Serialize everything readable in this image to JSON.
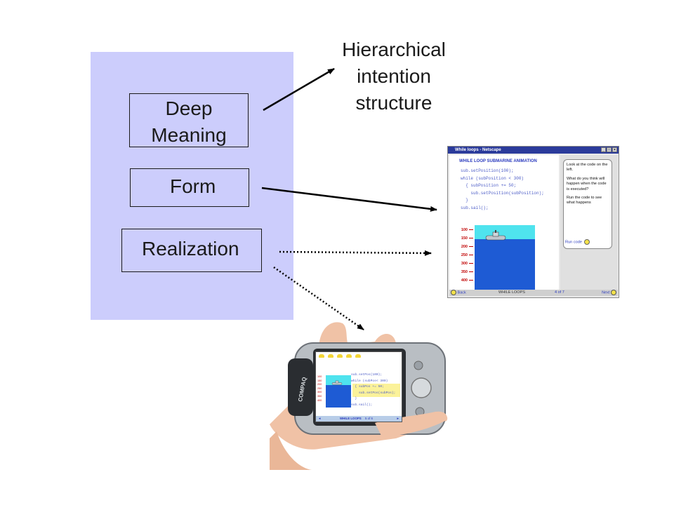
{
  "boxes": {
    "deep_line1": "Deep",
    "deep_line2": "Meaning",
    "form": "Form",
    "realization": "Realization"
  },
  "hierarchy": {
    "line1": "Hierarchical",
    "line2": "intention",
    "line3": "structure"
  },
  "netscape": {
    "title": "While loops - Netscape",
    "heading": "WHILE LOOP SUBMARINE ANIMATION",
    "code": [
      "sub.setPosition(100);",
      "while (subPosition < 300)",
      "  { subPosition += 50;",
      "    sub.setPosition(subPosition);",
      "  }",
      "sub.sail();"
    ],
    "ticks": [
      "100",
      "150",
      "200",
      "250",
      "300",
      "350",
      "400"
    ],
    "bubble_p1": "Look at the code on the left.",
    "bubble_p2": "What do you think will happen when the code is executed?",
    "bubble_p3": "Run the code to see what happens",
    "run_code": "Run code",
    "footer": {
      "back": "Back",
      "center": "WHILE LOOPS",
      "page": "4 of 7",
      "next": "Next"
    }
  },
  "pda": {
    "brand": "COMPAQ",
    "code": [
      "sub.setPos(100);",
      "while (subPos< 300)",
      "  { subPos += 50;",
      "    sub.setPos(subPos);",
      "  }",
      "sub.sail();"
    ],
    "ticks": [
      "100",
      "150",
      "200",
      "250",
      "300",
      "350",
      "400"
    ],
    "footer": {
      "center": "WHILE LOOPS",
      "page": "5 of 6"
    }
  },
  "colors": {
    "panel": "#cccdfc",
    "ink": "#1a1a1a",
    "title_bar": "#2b3b9b",
    "sea": "#1e5bd4",
    "sky": "#4fe3ee"
  }
}
